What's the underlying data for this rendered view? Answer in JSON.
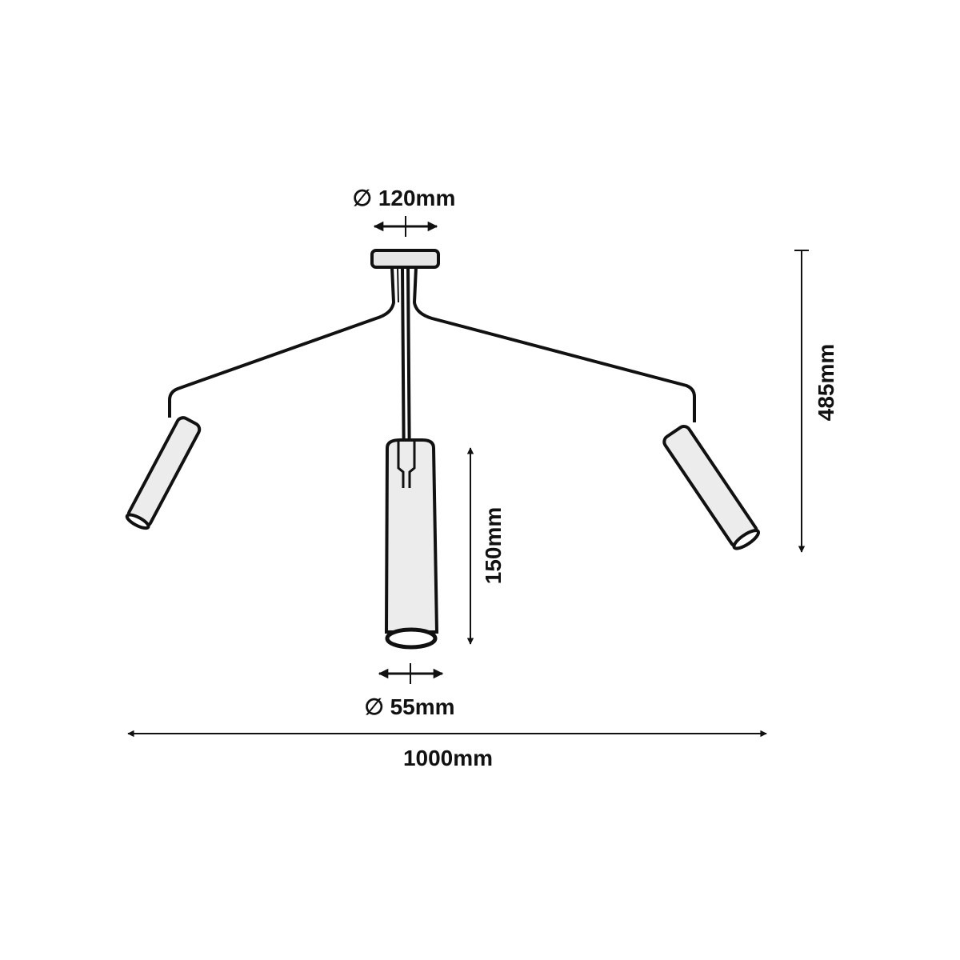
{
  "dimensions": {
    "canopy_diameter": "∅ 120mm",
    "shade_length": "150mm",
    "total_height": "485mm",
    "shade_diameter": "∅ 55mm",
    "total_width": "1000mm"
  },
  "colors": {
    "line": "#111111",
    "tube_fill": "#e8e8e8"
  }
}
